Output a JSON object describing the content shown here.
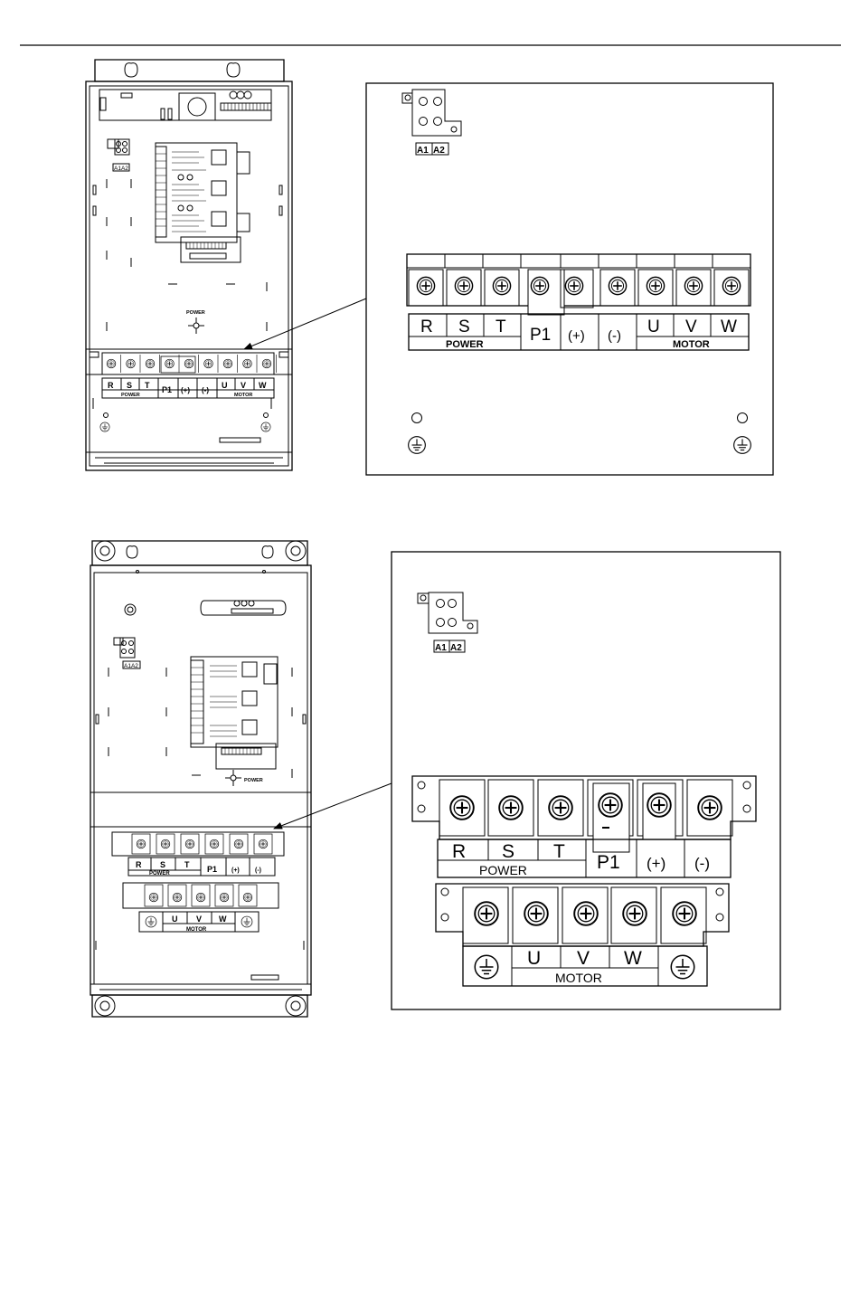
{
  "jumper": {
    "a1": "A1",
    "a2": "A2"
  },
  "diagram1": {
    "power_terminals": [
      "R",
      "S",
      "T"
    ],
    "dc_terminals": [
      "P1",
      "(+)",
      "(-)"
    ],
    "motor_terminals": [
      "U",
      "V",
      "W"
    ],
    "power_label": "POWER",
    "motor_label": "MOTOR",
    "unit_power_marker": "POWER"
  },
  "diagram2": {
    "power_terminals": [
      "R",
      "S",
      "T"
    ],
    "dc_terminals": [
      "P1",
      "(+)",
      "(-)"
    ],
    "motor_terminals": [
      "U",
      "V",
      "W"
    ],
    "power_label": "POWER",
    "motor_label": "MOTOR",
    "unit_power_marker": "POWER"
  },
  "icons": [
    "screw-icon",
    "ground-icon",
    "arrow-icon"
  ]
}
